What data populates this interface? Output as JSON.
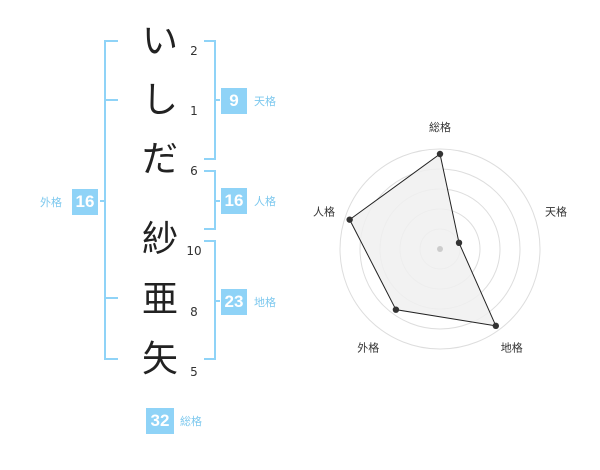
{
  "name_chars": [
    {
      "char": "い",
      "strokes": "2"
    },
    {
      "char": "し",
      "strokes": "1"
    },
    {
      "char": "だ",
      "strokes": "6"
    },
    {
      "char": "紗",
      "strokes": "10"
    },
    {
      "char": "亜",
      "strokes": "8"
    },
    {
      "char": "矢",
      "strokes": "5"
    }
  ],
  "scores": {
    "tenkaku": {
      "value": "9",
      "label": "天格"
    },
    "jinkaku": {
      "value": "16",
      "label": "人格"
    },
    "chikaku": {
      "value": "23",
      "label": "地格"
    },
    "gaikaku": {
      "value": "16",
      "label": "外格"
    },
    "soukaku": {
      "value": "32",
      "label": "総格"
    }
  },
  "radar": {
    "axes": [
      "総格",
      "天格",
      "地格",
      "外格",
      "人格"
    ],
    "values": [
      0.95,
      0.2,
      0.95,
      0.75,
      0.95
    ],
    "rings": 5,
    "fill": "#f0f0f0",
    "stroke": "#222222",
    "grid_color": "#dddddd"
  },
  "colors": {
    "accent": "#8fd3f7",
    "accent_text": "#7cc8ee"
  }
}
